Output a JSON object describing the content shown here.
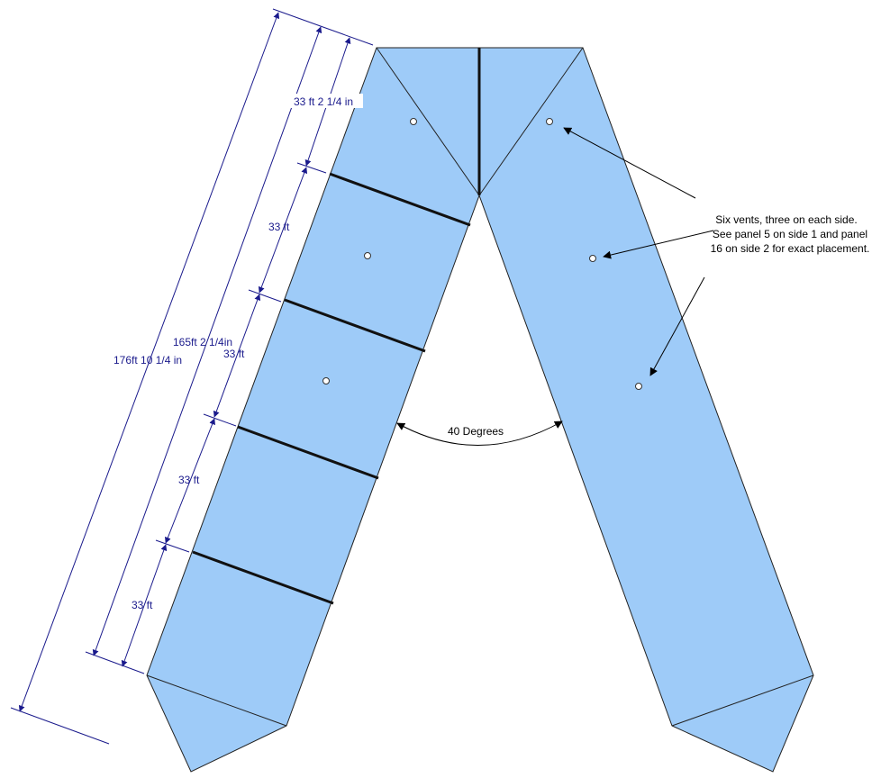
{
  "colors": {
    "panel_fill": "#9ecbf8",
    "outline": "#222222",
    "seam": "#111111",
    "dimension": "#1a1a8c",
    "background": "#ffffff"
  },
  "dimensions": {
    "overall": "176ft 10 1/4 in",
    "seamed_length": "165ft  2 1/4in",
    "top_panel": "33 ft 2 1/4 in",
    "panel_2": "33 ft",
    "panel_3": "33 ft",
    "panel_4": "33 ft",
    "panel_5": "33 ft"
  },
  "angle_label": "40 Degrees",
  "vent_note": {
    "line1": "Six vents, three on each side.",
    "line2": "See panel 5 on side 1 and panel",
    "line3": "16 on side 2 for exact placement."
  },
  "icons": {
    "vent": "vent-circle-icon",
    "arrow": "arrowhead-icon"
  }
}
